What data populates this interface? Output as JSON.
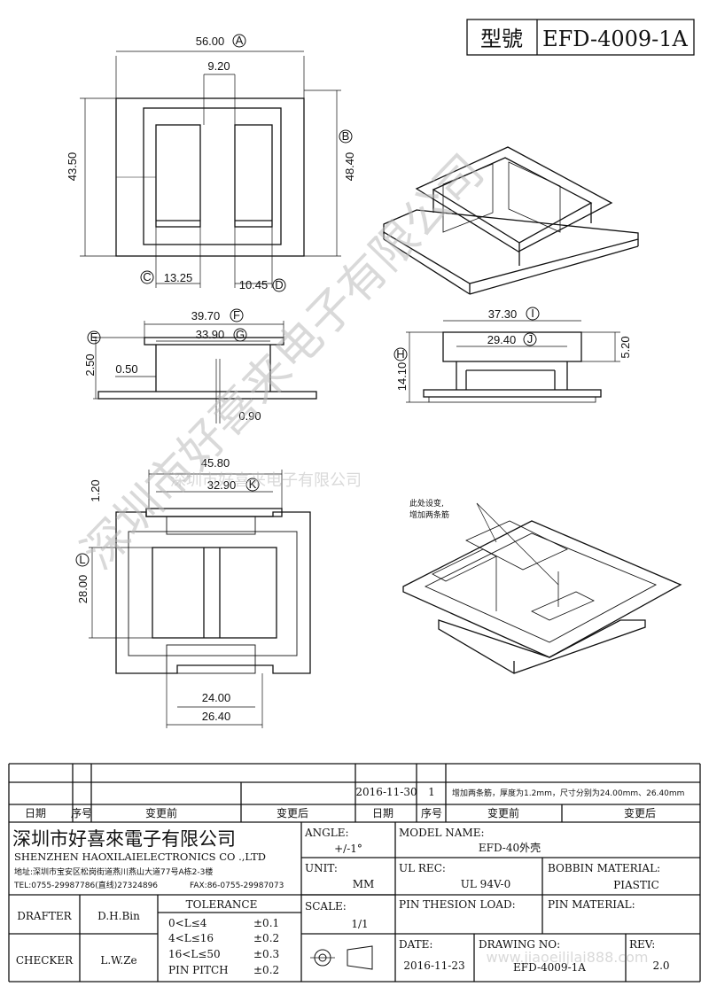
{
  "title_block": {
    "model_label": "型號",
    "model_value": "EFD-4009-1A"
  },
  "dimensions": {
    "top_view": {
      "width_56": "56.00",
      "mark_a": "A",
      "width_9": "9.20",
      "height_43": "43.50",
      "height_48": "48.40",
      "mark_b": "B",
      "width_13": "13.25",
      "mark_c": "C",
      "width_10": "10.45",
      "mark_d": "D"
    },
    "side_view": {
      "width_39": "39.70",
      "mark_f": "F",
      "width_33": "33.90",
      "mark_g": "G",
      "height_2": "2.50",
      "mark_e": "E",
      "thick_05": "0.50",
      "thick_09": "0.90"
    },
    "end_view": {
      "width_37": "37.30",
      "mark_i": "I",
      "width_29": "29.40",
      "mark_j": "J",
      "height_14": "14.10",
      "mark_h": "H",
      "height_5": "5.20"
    },
    "bottom_view": {
      "width_45": "45.80",
      "width_32": "32.90",
      "mark_k": "K",
      "height_1": "1.20",
      "height_28": "28.00",
      "mark_l": "L",
      "width_24": "24.00",
      "width_26": "26.40"
    }
  },
  "iso_note": {
    "line1": "此处设变,",
    "line2": "增加两条筋"
  },
  "watermarks": {
    "diagonal": "深圳市好喜来电子有限公司",
    "center": "深圳市好喜来电子有限公司",
    "bottom": "www.jiaoeiljlai888.com"
  },
  "revision_table": {
    "row": {
      "date": "2016-11-30",
      "no": "1",
      "change": "增加两条筋，厚度为1.2mm，尺寸分别为24.00mm、26.40mm"
    },
    "headers": [
      "日期",
      "序号",
      "变更前",
      "变更后",
      "日期",
      "序号",
      "变更前",
      "变更后"
    ]
  },
  "company": {
    "name_cn": "深圳市好喜來電子有限公司",
    "name_en": "SHENZHEN HAOXILAIELECTRONICS CO .,LTD",
    "address": "地址:深圳市宝安区松岗街道燕川燕山大道77号A栋2-3楼",
    "tel": "TEL:0755-29987786(直线)27324896",
    "fax": "FAX:86-0755-29987073"
  },
  "fields": {
    "angle_label": "ANGLE:",
    "angle_value": "+/-1°",
    "model_name_label": "MODEL NAME:",
    "model_name_value": "EFD-40外壳",
    "unit_label": "UNIT:",
    "unit_value": "MM",
    "ul_rec_label": "UL REC:",
    "ul_rec_value": "UL 94V-0",
    "bobbin_label": "BOBBIN MATERIAL:",
    "bobbin_value": "PIASTIC",
    "drafter_label": "DRAFTER",
    "drafter_value": "D.H.Bin",
    "tolerance_label": "TOLERANCE",
    "tol_rows": [
      {
        "range": "0<L≤4",
        "value": "±0.1"
      },
      {
        "range": "4<L≤16",
        "value": "±0.2"
      },
      {
        "range": "16<L≤50",
        "value": "±0.3"
      },
      {
        "range": "PIN PITCH",
        "value": "±0.2"
      }
    ],
    "scale_label": "SCALE:",
    "scale_value": "1/1",
    "pin_tension_label": "PIN THESION LOAD:",
    "pin_material_label": "PIN MATERIAL:",
    "checker_label": "CHECKER",
    "checker_value": "L.W.Ze",
    "date_label": "DATE:",
    "date_value": "2016-11-23",
    "drawing_no_label": "DRAWING NO:",
    "drawing_no_value": "EFD-4009-1A",
    "rev_label": "REV:",
    "rev_value": "2.0"
  }
}
